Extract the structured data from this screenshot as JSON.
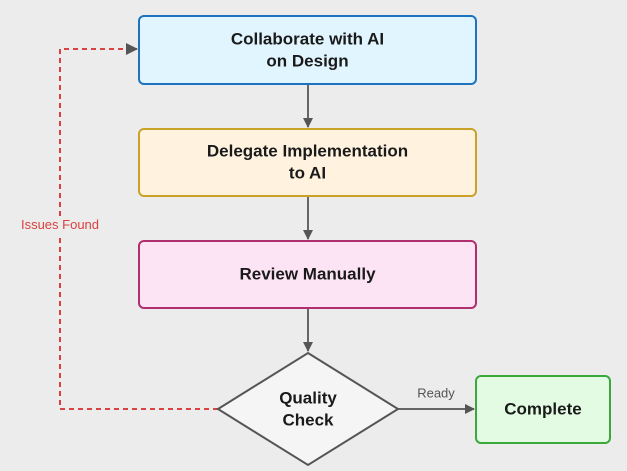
{
  "diagram": {
    "nodes": {
      "collaborate": {
        "line1": "Collaborate with AI",
        "line2": "on Design",
        "fill": "#e1f5fe",
        "stroke": "#1e73be"
      },
      "delegate": {
        "line1": "Delegate Implementation",
        "line2": "to AI",
        "fill": "#fff3e0",
        "stroke": "#c9a227"
      },
      "review": {
        "line1": "Review Manually",
        "fill": "#fce4f4",
        "stroke": "#b0306f"
      },
      "quality": {
        "line1": "Quality",
        "line2": "Check",
        "fill": "#f5f5f5",
        "stroke": "#555555"
      },
      "complete": {
        "line1": "Complete",
        "fill": "#e3fbe3",
        "stroke": "#3aa83a"
      }
    },
    "edges": {
      "ready_label": "Ready",
      "issues_label": "Issues Found",
      "arrow_color": "#555555",
      "feedback_color": "#d9423f"
    }
  }
}
